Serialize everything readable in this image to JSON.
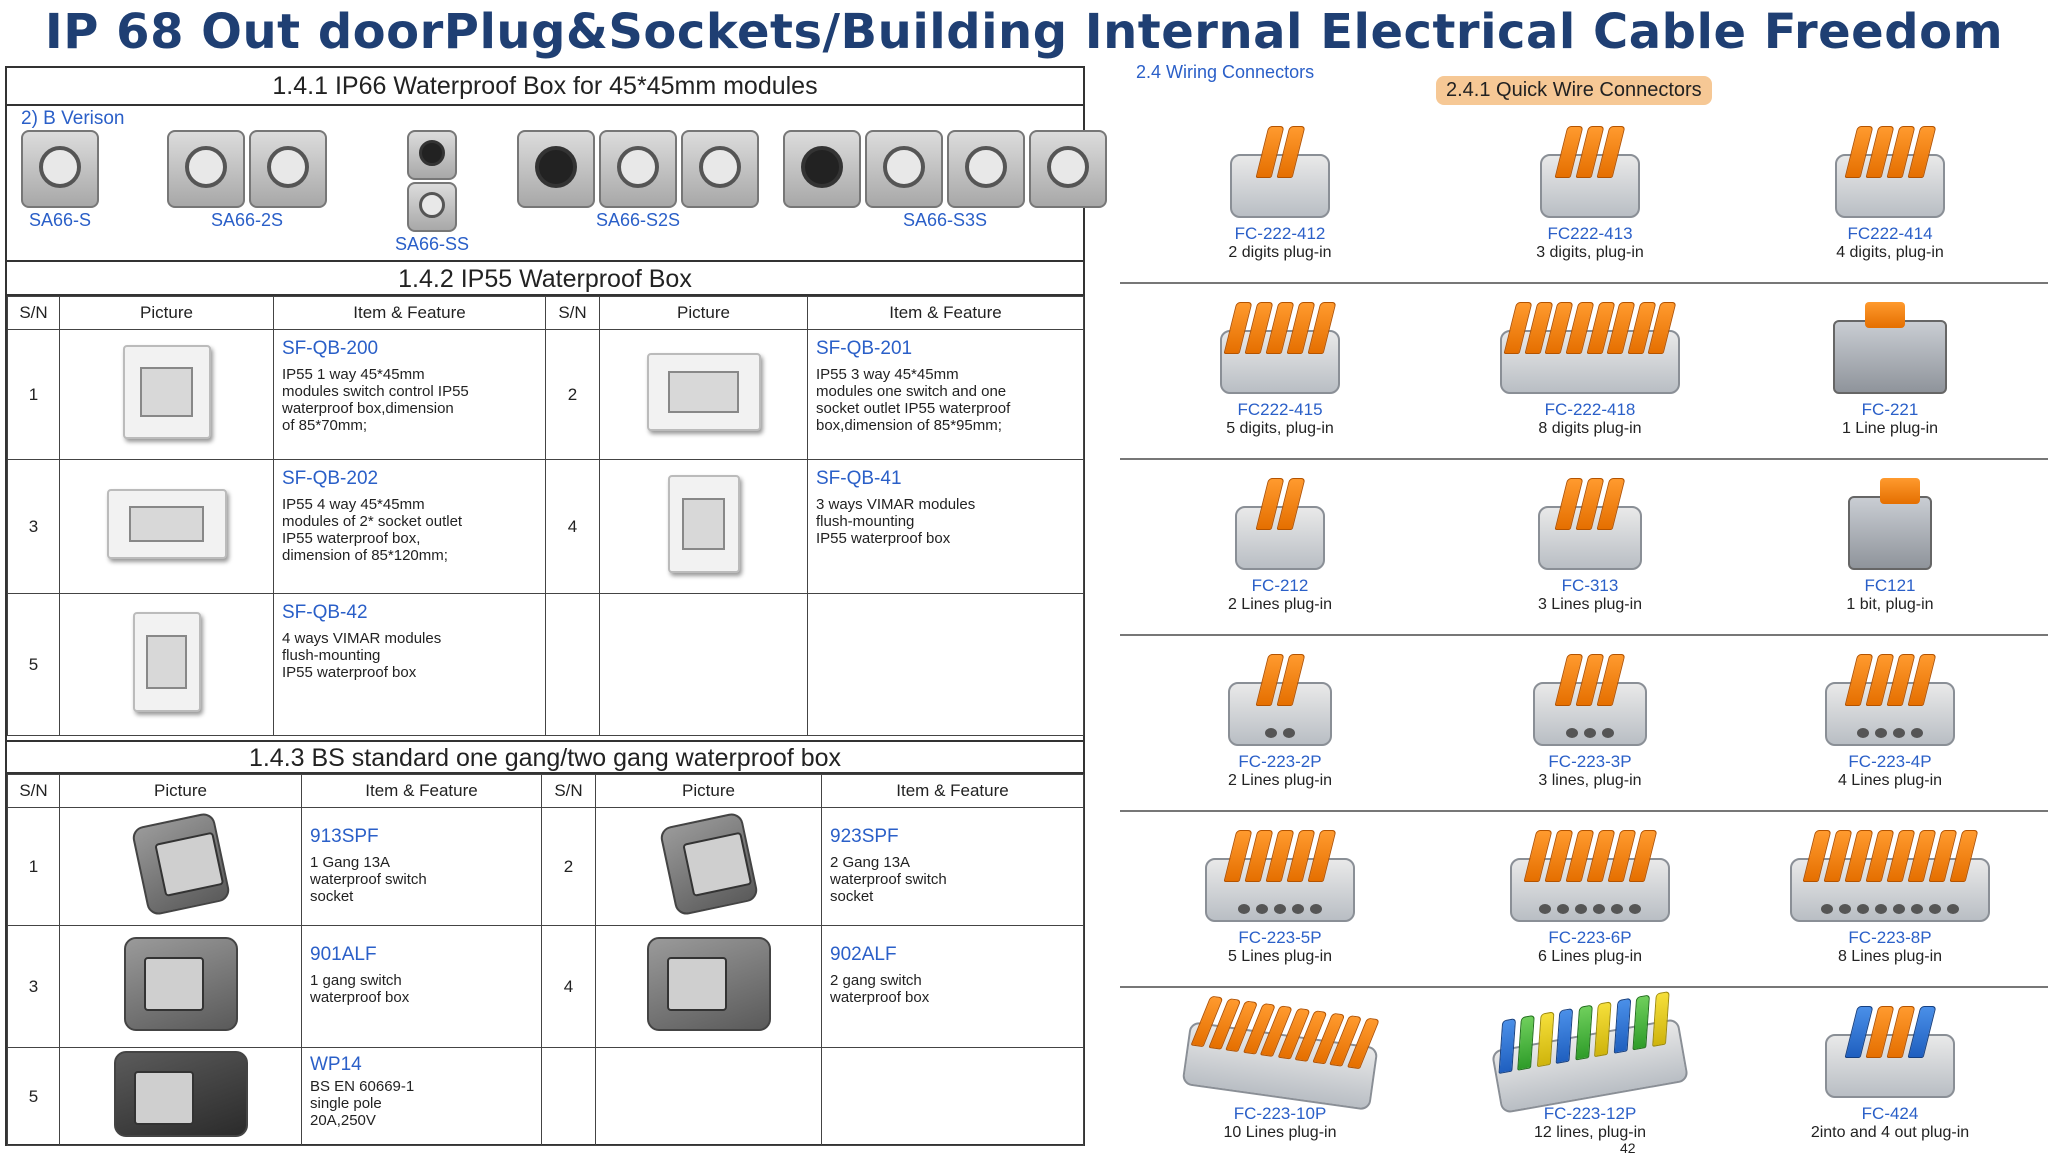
{
  "title": "IP 68 Out doorPlug&Sockets/Building Internal Electrical Cable Freedom",
  "left": {
    "s141": {
      "title": "1.4.1 IP66 Waterproof Box for 45*45mm modules",
      "version_label": "2) B Verison",
      "variants": [
        "SA66-S",
        "SA66-2S",
        "SA66-SS",
        "SA66-S2S",
        "SA66-S3S"
      ]
    },
    "s142": {
      "title": "1.4.2 IP55 Waterproof Box",
      "headers": [
        "S/N",
        "Picture",
        "Item & Feature",
        "S/N",
        "Picture",
        "Item & Feature"
      ],
      "rows": [
        {
          "sn1": "1",
          "code1": "SF-QB-200",
          "desc1": "IP55 1 way 45*45mm\nmodules switch control IP55\nwaterproof box,dimension\nof 85*70mm;",
          "sn2": "2",
          "code2": "SF-QB-201",
          "desc2": "IP55 3 way 45*45mm\nmodules one switch and one\nsocket outlet IP55 waterproof\nbox,dimension of 85*95mm;"
        },
        {
          "sn1": "3",
          "code1": "SF-QB-202",
          "desc1": "IP55 4 way 45*45mm\nmodules of 2* socket outlet\nIP55 waterproof box,\ndimension of 85*120mm;",
          "sn2": "4",
          "code2": "SF-QB-41",
          "desc2": "3 ways VIMAR modules\nflush-mounting\nIP55 waterproof box"
        },
        {
          "sn1": "5",
          "code1": "SF-QB-42",
          "desc1": "4 ways VIMAR modules\nflush-mounting\nIP55 waterproof box"
        }
      ]
    },
    "s143": {
      "title": "1.4.3 BS standard one gang/two gang waterproof box",
      "headers": [
        "S/N",
        "Picture",
        "Item & Feature",
        "S/N",
        "Picture",
        "Item & Feature"
      ],
      "rows": [
        {
          "sn1": "1",
          "code1": "913SPF",
          "desc1": "1 Gang 13A\nwaterproof switch\nsocket",
          "sn2": "2",
          "code2": "923SPF",
          "desc2": "2 Gang 13A\nwaterproof switch\nsocket"
        },
        {
          "sn1": "3",
          "code1": "901ALF",
          "desc1": "1 gang switch\nwaterproof  box",
          "sn2": "4",
          "code2": "902ALF",
          "desc2": "2 gang switch\nwaterproof box"
        },
        {
          "sn1": "5",
          "code1": "WP14",
          "desc1": "BS EN 60669-1\nsingle pole\n20A,250V"
        }
      ]
    }
  },
  "right": {
    "section_label": "2.4 Wiring Connectors",
    "subsection_label": "2.4.1 Quick Wire Connectors",
    "rows": [
      [
        {
          "code": "FC-222-412",
          "desc": "2 digits plug-in"
        },
        {
          "code": "FC222-413",
          "desc": "3 digits, plug-in"
        },
        {
          "code": "FC222-414",
          "desc": "4 digits, plug-in"
        }
      ],
      [
        {
          "code": "FC222-415",
          "desc": "5 digits, plug-in"
        },
        {
          "code": "FC-222-418",
          "desc": "8 digits plug-in"
        },
        {
          "code": "FC-221",
          "desc": "1 Line plug-in"
        }
      ],
      [
        {
          "code": "FC-212",
          "desc": "2 Lines plug-in"
        },
        {
          "code": "FC-313",
          "desc": "3 Lines plug-in"
        },
        {
          "code": "FC121",
          "desc": "1 bit, plug-in"
        }
      ],
      [
        {
          "code": "FC-223-2P",
          "desc": "2 Lines plug-in"
        },
        {
          "code": "FC-223-3P",
          "desc": "3 lines, plug-in"
        },
        {
          "code": "FC-223-4P",
          "desc": "4 Lines plug-in"
        }
      ],
      [
        {
          "code": "FC-223-5P",
          "desc": "5 Lines plug-in"
        },
        {
          "code": "FC-223-6P",
          "desc": "6 Lines plug-in"
        },
        {
          "code": "FC-223-8P",
          "desc": "8 Lines plug-in"
        }
      ],
      [
        {
          "code": "FC-223-10P",
          "desc": "10 Lines plug-in"
        },
        {
          "code": "FC-223-12P",
          "desc": "12 lines, plug-in"
        },
        {
          "code": "FC-424",
          "desc": "2into and 4 out plug-in"
        }
      ]
    ],
    "page_number": "42"
  },
  "colors": {
    "title": "#1f3f73",
    "code_blue": "#2a5fc8",
    "lever_orange": "#f28a1a",
    "pill": "#f6c895"
  }
}
